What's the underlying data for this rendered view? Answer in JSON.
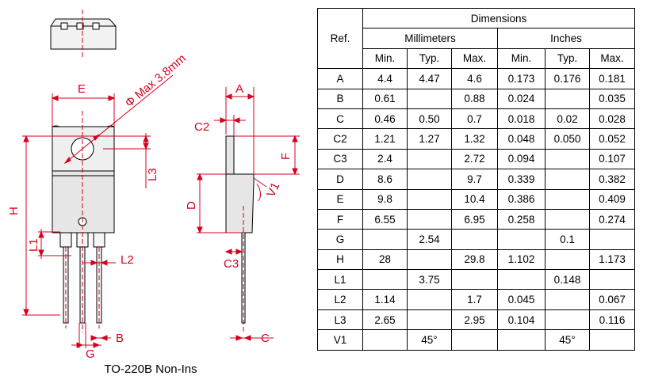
{
  "drawing": {
    "labels": {
      "E": "E",
      "A": "A",
      "C2": "C2",
      "F": "F",
      "L3": "L3",
      "D": "D",
      "H": "H",
      "L1": "L1",
      "L2": "L2",
      "C3": "C3",
      "V1": "V1",
      "B": "B",
      "G": "G",
      "C": "C",
      "hole": "Φ Max 3.8mm"
    },
    "caption": "TO-220B Non-Ins",
    "colors": {
      "dimension": "#d4001f",
      "outline": "#000000",
      "guide": "#2a2ad0",
      "body_fill": "#e6e6e6"
    }
  },
  "table": {
    "header": {
      "ref": "Ref.",
      "dimensions": "Dimensions",
      "millimeters": "Millimeters",
      "inches": "Inches",
      "sub": [
        "Min.",
        "Typ.",
        "Max.",
        "Min.",
        "Typ.",
        "Max."
      ]
    },
    "rows": [
      [
        "A",
        "4.4",
        "4.47",
        "4.6",
        "0.173",
        "0.176",
        "0.181"
      ],
      [
        "B",
        "0.61",
        "",
        "0.88",
        "0.024",
        "",
        "0.035"
      ],
      [
        "C",
        "0.46",
        "0.50",
        "0.7",
        "0.018",
        "0.02",
        "0.028"
      ],
      [
        "C2",
        "1.21",
        "1.27",
        "1.32",
        "0.048",
        "0.050",
        "0.052"
      ],
      [
        "C3",
        "2.4",
        "",
        "2.72",
        "0.094",
        "",
        "0.107"
      ],
      [
        "D",
        "8.6",
        "",
        "9.7",
        "0.339",
        "",
        "0.382"
      ],
      [
        "E",
        "9.8",
        "",
        "10.4",
        "0.386",
        "",
        "0.409"
      ],
      [
        "F",
        "6.55",
        "",
        "6.95",
        "0.258",
        "",
        "0.274"
      ],
      [
        "G",
        "",
        "2.54",
        "",
        "",
        "0.1",
        ""
      ],
      [
        "H",
        "28",
        "",
        "29.8",
        "1.102",
        "",
        "1.173"
      ],
      [
        "L1",
        "",
        "3.75",
        "",
        "",
        "0.148",
        ""
      ],
      [
        "L2",
        "1.14",
        "",
        "1.7",
        "0.045",
        "",
        "0.067"
      ],
      [
        "L3",
        "2.65",
        "",
        "2.95",
        "0.104",
        "",
        "0.116"
      ],
      [
        "V1",
        "",
        "45°",
        "",
        "",
        "45°",
        ""
      ]
    ]
  }
}
